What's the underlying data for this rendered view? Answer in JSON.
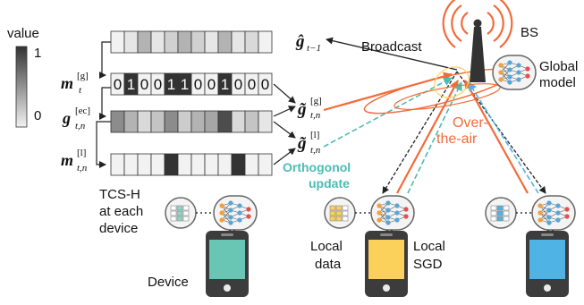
{
  "legend": {
    "title": "value",
    "max_label": "1",
    "min_label": "0",
    "gradient_top": "#333333",
    "gradient_bottom": "#f2f2f2"
  },
  "vectors": {
    "g_prev": {
      "main": "ĝ",
      "sub": "t−1",
      "shades": [
        "#f2f2f2",
        "#e6e6e6",
        "#b3b3b3",
        "#e6e6e6",
        "#d0d0d0",
        "#b3b3b3",
        "#d0d0d0",
        "#e6e6e6",
        "#b3b3b3",
        "#e6e6e6",
        "#d9d9d9",
        "#f2f2f2"
      ]
    },
    "m_global": {
      "main": "m",
      "sup": "[g]",
      "sub": "t",
      "bits": [
        "0",
        "1",
        "0",
        "0",
        "1",
        "1",
        "0",
        "0",
        "1",
        "0",
        "0",
        "0"
      ]
    },
    "g_ec": {
      "main": "g",
      "sup": "[ec]",
      "sub": "t,n",
      "shades": [
        "#8c8c8c",
        "#b3b3b3",
        "#d9d9d9",
        "#c4c4c4",
        "#8c8c8c",
        "#cccccc",
        "#b3b3b3",
        "#a6a6a6",
        "#4d4d4d",
        "#d9d9d9",
        "#c4c4c4",
        "#e6e6e6"
      ]
    },
    "m_local": {
      "main": "m",
      "sup": "[l]",
      "sub": "t,n",
      "bits": [
        "0",
        "0",
        "0",
        "0",
        "1",
        "0",
        "0",
        "0",
        "0",
        "1",
        "0",
        "0"
      ]
    },
    "g_tilde_global": {
      "main": "g̃",
      "sup": "[g]",
      "sub": "t,n"
    },
    "g_tilde_local": {
      "main": "g̃",
      "sup": "[l]",
      "sub": "t,n"
    }
  },
  "labels": {
    "broadcast": "Broadcast",
    "bs": "BS",
    "global_model": [
      "Global",
      "model"
    ],
    "over_the_air": [
      "Over-",
      "the-air"
    ],
    "orthogonal_update": [
      "Orthogonol",
      "update"
    ],
    "tcs_h": [
      "TCS-H",
      "at each",
      "device"
    ],
    "device": "Device",
    "local_data": [
      "Local",
      "data"
    ],
    "local_sgd": [
      "Local",
      "SGD"
    ]
  },
  "colors": {
    "over_the_air": "#f26b3a",
    "orthogonal": "#4bbcb4",
    "device_green": "#69c6b4",
    "device_yellow": "#fcd15b",
    "device_blue": "#4fb3e6",
    "mask_dark": "#333333",
    "icon_blue": "#58a6d6",
    "icon_orange": "#f0a040"
  },
  "icons": [
    "cellular-tower-icon",
    "neural-network-icon",
    "smartphone-icon",
    "data-table-icon"
  ]
}
